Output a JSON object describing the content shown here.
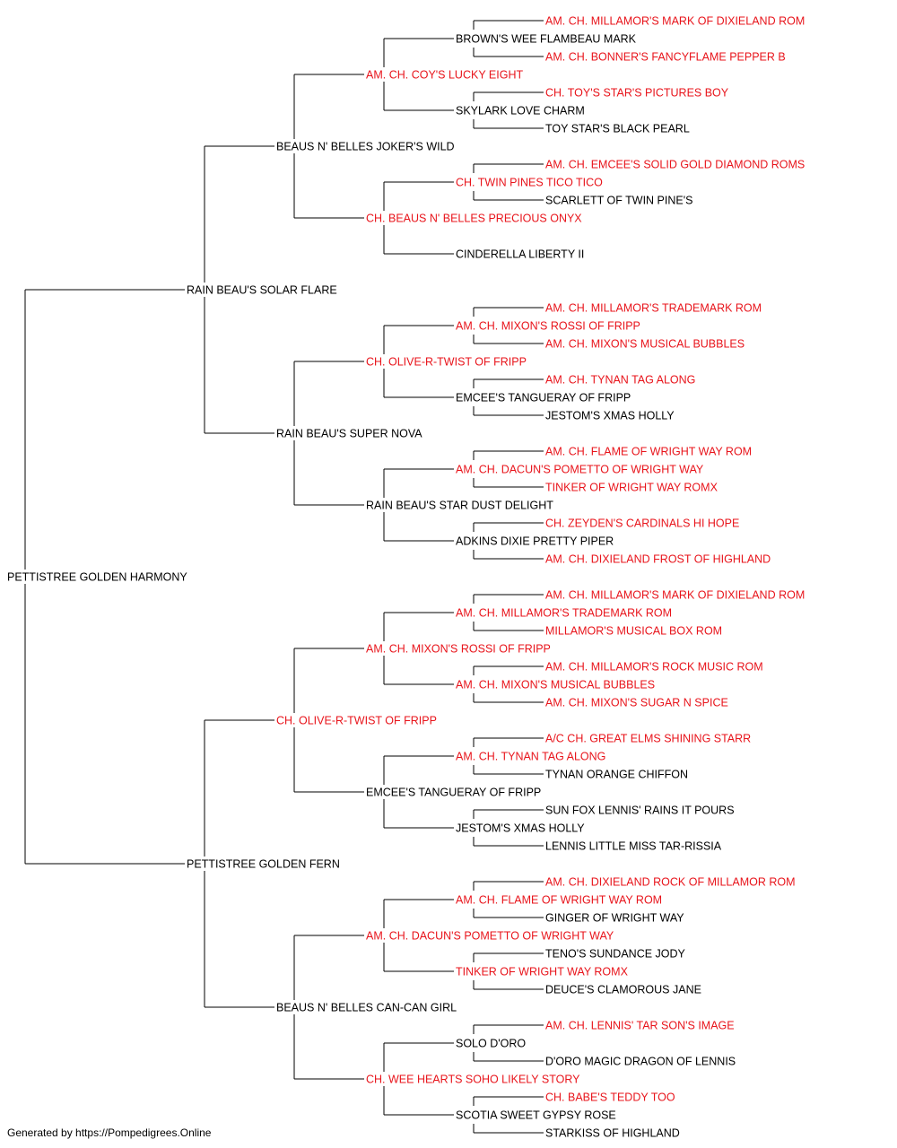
{
  "colors": {
    "champion": "#e8141b",
    "normal": "#000000",
    "line": "#000000"
  },
  "footer": "Generated by https://Pompedigrees.Online",
  "pedigree": {
    "name": "PETTISTREE GOLDEN HARMONY",
    "champion": false,
    "sire": {
      "name": "RAIN BEAU'S SOLAR FLARE",
      "champion": false,
      "sire": {
        "name": "BEAUS N' BELLES JOKER'S WILD",
        "champion": false,
        "sire": {
          "name": "AM. CH. COY'S LUCKY EIGHT",
          "champion": true,
          "sire": {
            "name": "BROWN'S WEE FLAMBEAU MARK",
            "champion": false,
            "sire": {
              "name": "AM. CH. MILLAMOR'S MARK OF DIXIELAND ROM",
              "champion": true
            },
            "dam": {
              "name": "AM. CH. BONNER'S FANCYFLAME PEPPER B",
              "champion": true
            }
          },
          "dam": {
            "name": "SKYLARK LOVE CHARM",
            "champion": false,
            "sire": {
              "name": "CH. TOY'S STAR'S PICTURES BOY",
              "champion": true
            },
            "dam": {
              "name": "TOY STAR'S BLACK PEARL",
              "champion": false
            }
          }
        },
        "dam": {
          "name": "CH. BEAUS N' BELLES PRECIOUS ONYX",
          "champion": true,
          "sire": {
            "name": "CH. TWIN PINES TICO TICO",
            "champion": true,
            "sire": {
              "name": "AM. CH. EMCEE'S SOLID GOLD DIAMOND ROMS",
              "champion": true
            },
            "dam": {
              "name": "SCARLETT OF TWIN PINE'S",
              "champion": false
            }
          },
          "dam": {
            "name": "CINDERELLA LIBERTY II",
            "champion": false
          }
        }
      },
      "dam": {
        "name": "RAIN BEAU'S SUPER NOVA",
        "champion": false,
        "sire": {
          "name": "CH. OLIVE-R-TWIST OF FRIPP",
          "champion": true,
          "sire": {
            "name": "AM. CH. MIXON'S ROSSI OF FRIPP",
            "champion": true,
            "sire": {
              "name": "AM. CH. MILLAMOR'S TRADEMARK ROM",
              "champion": true
            },
            "dam": {
              "name": "AM. CH. MIXON'S MUSICAL BUBBLES",
              "champion": true
            }
          },
          "dam": {
            "name": "EMCEE'S TANGUERAY OF FRIPP",
            "champion": false,
            "sire": {
              "name": "AM. CH. TYNAN TAG ALONG",
              "champion": true
            },
            "dam": {
              "name": "JESTOM'S XMAS HOLLY",
              "champion": false
            }
          }
        },
        "dam": {
          "name": "RAIN BEAU'S STAR DUST DELIGHT",
          "champion": false,
          "sire": {
            "name": "AM. CH. DACUN'S POMETTO OF WRIGHT WAY",
            "champion": true,
            "sire": {
              "name": "AM. CH. FLAME OF WRIGHT WAY ROM",
              "champion": true
            },
            "dam": {
              "name": "TINKER OF WRIGHT WAY ROMX",
              "champion": true
            }
          },
          "dam": {
            "name": "ADKINS DIXIE PRETTY PIPER",
            "champion": false,
            "sire": {
              "name": "CH. ZEYDEN'S CARDINALS HI HOPE",
              "champion": true
            },
            "dam": {
              "name": "AM. CH. DIXIELAND FROST OF HIGHLAND",
              "champion": true
            }
          }
        }
      }
    },
    "dam": {
      "name": "PETTISTREE GOLDEN FERN",
      "champion": false,
      "sire": {
        "name": "CH. OLIVE-R-TWIST OF FRIPP",
        "champion": true,
        "sire": {
          "name": "AM. CH. MIXON'S ROSSI OF FRIPP",
          "champion": true,
          "sire": {
            "name": "AM. CH. MILLAMOR'S TRADEMARK ROM",
            "champion": true,
            "sire": {
              "name": "AM. CH. MILLAMOR'S MARK OF DIXIELAND ROM",
              "champion": true
            },
            "dam": {
              "name": "MILLAMOR'S MUSICAL BOX ROM",
              "champion": true
            }
          },
          "dam": {
            "name": "AM. CH. MIXON'S MUSICAL BUBBLES",
            "champion": true,
            "sire": {
              "name": "AM. CH. MILLAMOR'S ROCK MUSIC ROM",
              "champion": true
            },
            "dam": {
              "name": "AM. CH. MIXON'S SUGAR N SPICE",
              "champion": true
            }
          }
        },
        "dam": {
          "name": "EMCEE'S TANGUERAY OF FRIPP",
          "champion": false,
          "sire": {
            "name": "AM. CH. TYNAN TAG ALONG",
            "champion": true,
            "sire": {
              "name": "A/C CH. GREAT ELMS SHINING STARR",
              "champion": true
            },
            "dam": {
              "name": "TYNAN ORANGE CHIFFON",
              "champion": false
            }
          },
          "dam": {
            "name": "JESTOM'S XMAS HOLLY",
            "champion": false,
            "sire": {
              "name": "SUN FOX LENNIS' RAINS IT POURS",
              "champion": false
            },
            "dam": {
              "name": "LENNIS LITTLE MISS TAR-RISSIA",
              "champion": false
            }
          }
        }
      },
      "dam": {
        "name": "BEAUS N' BELLES CAN-CAN GIRL",
        "champion": false,
        "sire": {
          "name": "AM. CH. DACUN'S POMETTO OF WRIGHT WAY",
          "champion": true,
          "sire": {
            "name": "AM. CH. FLAME OF WRIGHT WAY ROM",
            "champion": true,
            "sire": {
              "name": "AM. CH. DIXIELAND ROCK OF MILLAMOR ROM",
              "champion": true
            },
            "dam": {
              "name": "GINGER OF WRIGHT WAY",
              "champion": false
            }
          },
          "dam": {
            "name": "TINKER OF WRIGHT WAY ROMX",
            "champion": true,
            "sire": {
              "name": "TENO'S SUNDANCE JODY",
              "champion": false
            },
            "dam": {
              "name": "DEUCE'S CLAMOROUS JANE",
              "champion": false
            }
          }
        },
        "dam": {
          "name": "CH. WEE HEARTS SOHO LIKELY STORY",
          "champion": true,
          "sire": {
            "name": "SOLO D'ORO",
            "champion": false,
            "sire": {
              "name": "AM. CH. LENNIS' TAR SON'S IMAGE",
              "champion": true
            },
            "dam": {
              "name": "D'ORO MAGIC DRAGON OF LENNIS",
              "champion": false
            }
          },
          "dam": {
            "name": "SCOTIA SWEET GYPSY ROSE",
            "champion": false,
            "sire": {
              "name": "CH. BABE'S TEDDY TOO",
              "champion": true
            },
            "dam": {
              "name": "STARKISS OF HIGHLAND",
              "champion": false
            }
          }
        }
      }
    }
  }
}
